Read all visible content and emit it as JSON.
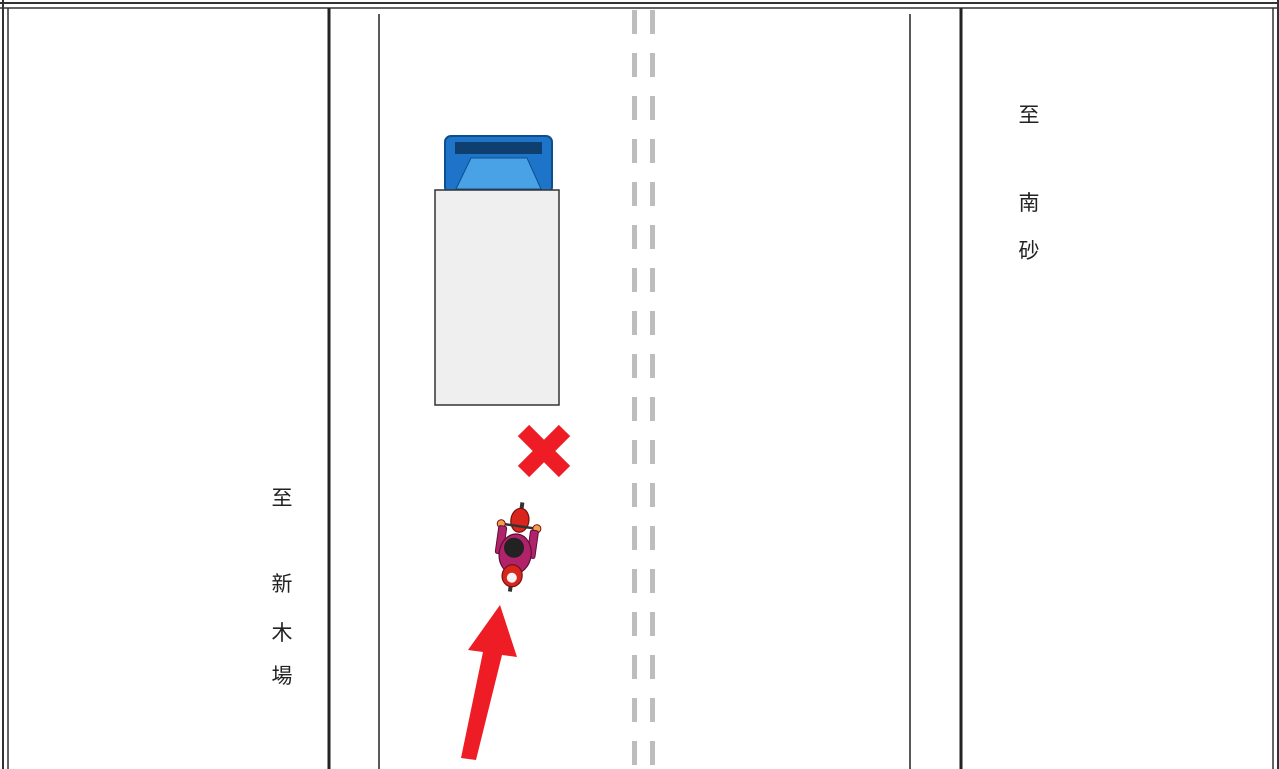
{
  "labels": {
    "left": {
      "to": "至",
      "place": [
        "新",
        "木",
        "場"
      ]
    },
    "right": {
      "to": "至",
      "place": [
        "南",
        "砂"
      ]
    }
  },
  "colors": {
    "truck_cab": "#1e74c8",
    "truck_cab_light": "#4aa2e6",
    "truck_body": "#efefef",
    "no_pass_mark": "#ee1c24",
    "arrow": "#ee1c24",
    "motorcycle_body": "#d8261f",
    "rider_jacket": "#b0226a",
    "rider_helmet": "#222222",
    "center_line": "#bdbdbd"
  },
  "icons": {
    "truck": "truck-icon",
    "motorcycle": "motorcycle-icon",
    "cross": "cross-mark-icon",
    "arrow": "arrow-up-icon"
  }
}
